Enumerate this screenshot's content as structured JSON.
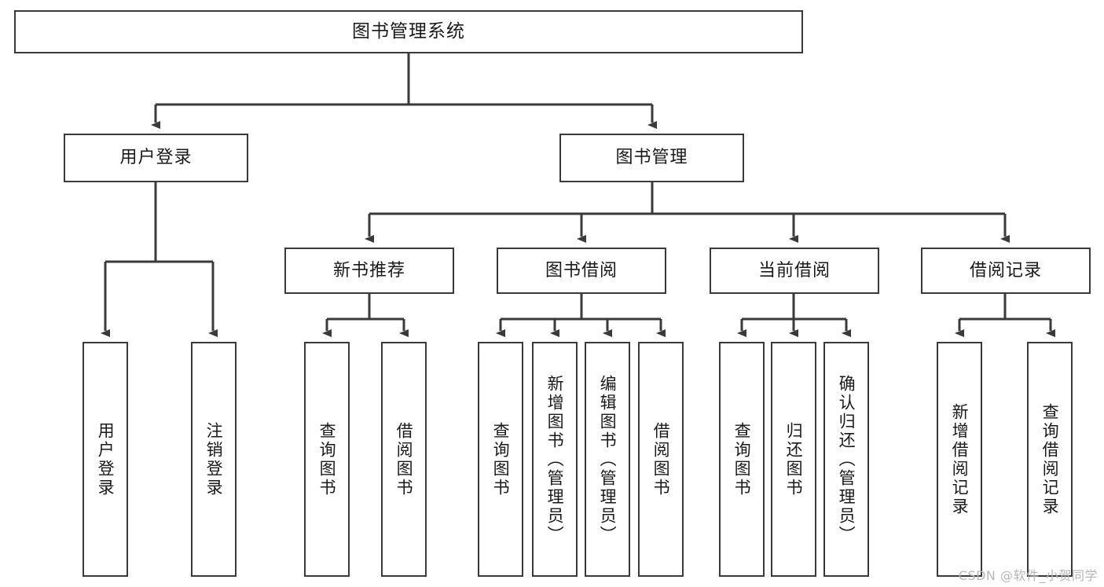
{
  "diagram": {
    "title": "图书管理系统",
    "watermark": "CSDN @软件_小贺同学",
    "colors": {
      "box_border": "#3a3a3a",
      "line": "#3a3a3a",
      "background": "#ffffff",
      "text": "#1a1a1a",
      "watermark": "#b7b7b7"
    },
    "nodes": {
      "root": {
        "label": "图书管理系统"
      },
      "level2": [
        {
          "label": "用户登录"
        },
        {
          "label": "图书管理"
        }
      ],
      "level3": [
        {
          "label": "新书推荐"
        },
        {
          "label": "图书借阅"
        },
        {
          "label": "当前借阅"
        },
        {
          "label": "借阅记录"
        }
      ],
      "leaves_user_login": [
        {
          "label": "用户登录"
        },
        {
          "label": "注销登录"
        }
      ],
      "leaves_new_book": [
        {
          "label": "查询图书"
        },
        {
          "label": "借阅图书"
        }
      ],
      "leaves_book_borrow": [
        {
          "label": "查询图书"
        },
        {
          "label": "新增图书（管理员）"
        },
        {
          "label": "编辑图书（管理员）"
        },
        {
          "label": "借阅图书"
        }
      ],
      "leaves_current_borrow": [
        {
          "label": "查询图书"
        },
        {
          "label": "归还图书"
        },
        {
          "label": "确认归还（管理员）"
        }
      ],
      "leaves_borrow_record": [
        {
          "label": "新增借阅记录"
        },
        {
          "label": "查询借阅记录"
        }
      ]
    }
  }
}
